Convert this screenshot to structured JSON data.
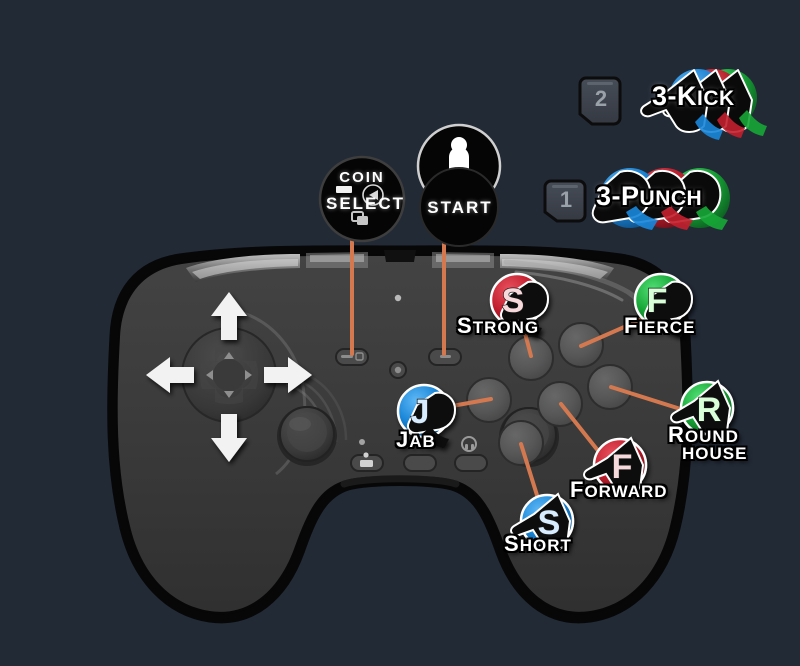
{
  "page": {
    "title": "Gamepad Street Fighter Button Layout",
    "background_color": "#222a36"
  },
  "colors": {
    "background": "#222a36",
    "controller_body": "#3a3a3a",
    "controller_outline": "#080808",
    "face_button": "#555555",
    "connector_line": "#d4794f",
    "punch_light_blue": "#1a86d8",
    "punch_medium_red": "#c21f2e",
    "punch_heavy_green": "#17a636",
    "kick_light_blue": "#1a86d8",
    "kick_medium_red": "#c21f2e",
    "kick_heavy_green": "#17a636",
    "keycap_fill": "#3b414b",
    "keycap_text": "#9ba1a9",
    "arrow_white": "#f0f0f0"
  },
  "combos": [
    {
      "id": "three-kick",
      "keycap": "2",
      "label_cap": "3-K",
      "label_rest": "ICK",
      "full_label": "3-Kick",
      "icon": "triple-kick-foot-icon"
    },
    {
      "id": "three-punch",
      "keycap": "1",
      "label_cap": "3-P",
      "label_rest": "UNCH",
      "full_label": "3-Punch",
      "icon": "triple-punch-fist-icon"
    }
  ],
  "system_buttons": [
    {
      "id": "coin-select",
      "line1": "COIN",
      "line2": "SELECT",
      "icon": "select-window-icon",
      "secondary_icon": "minus-triangle-icon"
    },
    {
      "id": "start",
      "label": "START",
      "icon": "standing-person-icon"
    }
  ],
  "attacks": [
    {
      "id": "strong",
      "cap": "S",
      "rest": "TRONG",
      "full_label": "Strong",
      "glyph": "S",
      "type": "punch",
      "color": "#c21f2e",
      "icon": "red-fist-icon"
    },
    {
      "id": "fierce",
      "cap": "F",
      "rest": "IERCE",
      "full_label": "Fierce",
      "glyph": "F",
      "type": "punch",
      "color": "#17a636",
      "icon": "green-fist-icon"
    },
    {
      "id": "jab",
      "cap": "J",
      "rest": "AB",
      "full_label": "Jab",
      "glyph": "J",
      "type": "punch",
      "color": "#1a86d8",
      "icon": "blue-fist-icon"
    },
    {
      "id": "short",
      "cap": "S",
      "rest": "HORT",
      "full_label": "Short",
      "glyph": "S",
      "type": "kick",
      "color": "#1a86d8",
      "icon": "blue-foot-icon"
    },
    {
      "id": "forward",
      "cap": "F",
      "rest": "ORWARD",
      "full_label": "Forward",
      "glyph": "F",
      "type": "kick",
      "color": "#c21f2e",
      "icon": "red-foot-icon"
    },
    {
      "id": "roundhouse",
      "cap": "R",
      "rest": "OUND",
      "line2": "HOUSE",
      "full_label": "Roundhouse",
      "glyph": "R",
      "type": "kick",
      "color": "#17a636",
      "icon": "green-foot-icon"
    }
  ],
  "dpad": {
    "directions": [
      "up",
      "down",
      "left",
      "right"
    ],
    "icon": "dpad-icon"
  },
  "controller": {
    "left_stick": "left-analog-stick",
    "right_stick": "right-analog-stick",
    "minus_button": "minus-button",
    "plus_button": "plus-button",
    "home_button": "home-button",
    "capture_button": "capture-button",
    "face_buttons_count": 6
  }
}
